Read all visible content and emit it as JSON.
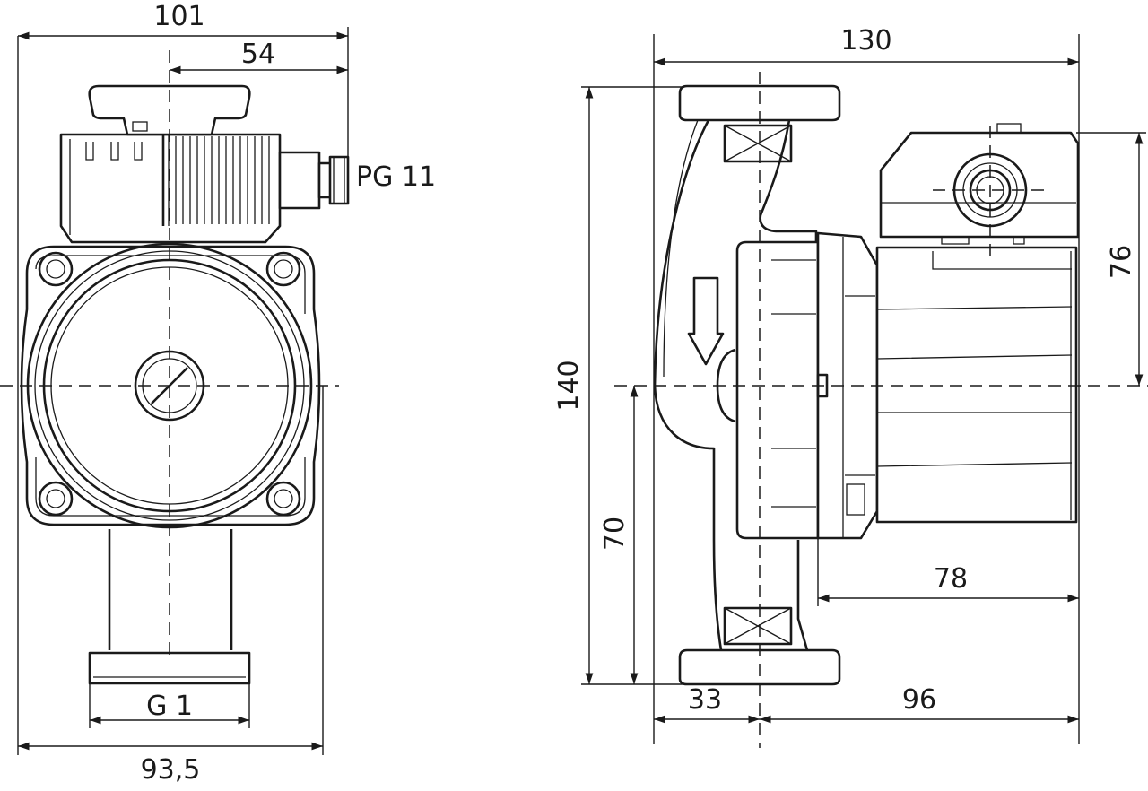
{
  "drawing": {
    "front_view": {
      "dims": {
        "overall_width_top": "101",
        "terminal_offset": "54",
        "cable_gland": "PG 11",
        "connection_thread": "G 1",
        "overall_width_bottom": "93,5"
      }
    },
    "side_view": {
      "dims": {
        "overall_length": "130",
        "overall_height": "140",
        "motor_height": "76",
        "center_height": "70",
        "motor_length": "78",
        "inlet_offset": "33",
        "outlet_offset": "96"
      }
    },
    "colors": {
      "line": "#1a1a1a",
      "background": "#ffffff"
    }
  }
}
